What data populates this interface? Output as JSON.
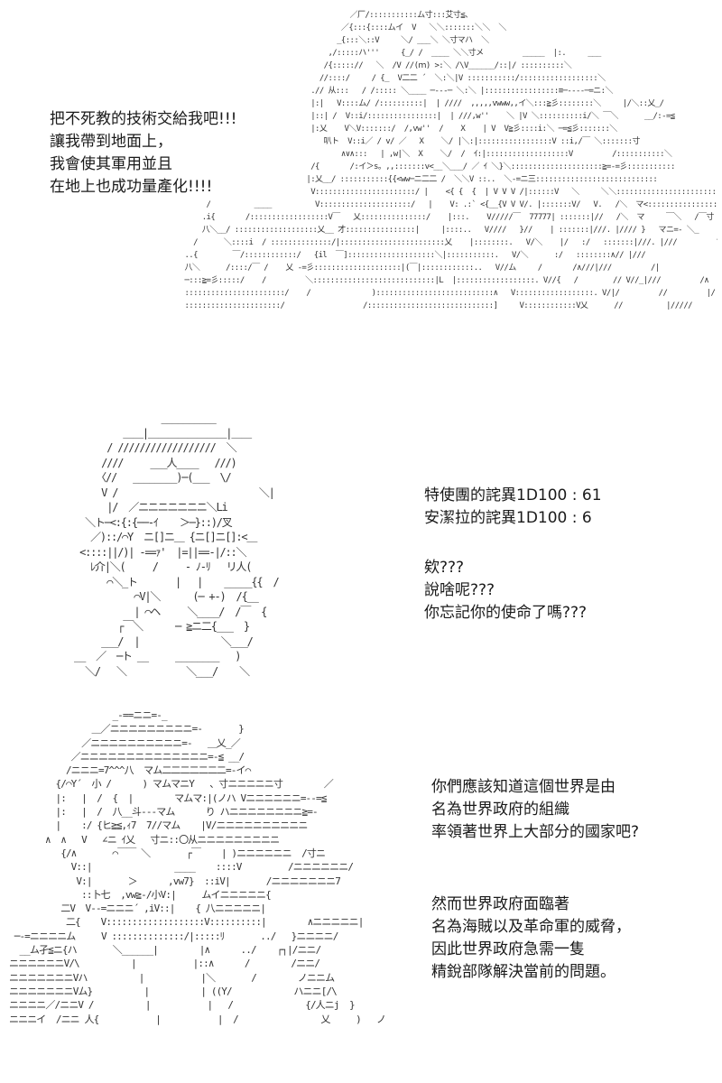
{
  "page": {
    "background_color": "#ffffff",
    "text_color": "#1a1a1a"
  },
  "text_blocks": {
    "speech1": [
      "把不死教的技術交給我吧!!!",
      "讓我帶到地面上，",
      "我會使其軍用並且",
      "在地上也成功量產化!!!!"
    ],
    "dice": [
      "特使團的詫異1D100 : 61",
      "安潔拉的詫異1D100 :  6"
    ],
    "speech2": [
      "欸???",
      "說啥呢???",
      "你忘記你的使命了嗎???"
    ],
    "speech3": [
      "你們應該知道這個世界是由",
      "名為世界政府的組織",
      "率領著世界上大部分的國家吧?"
    ],
    "speech4": [
      "然而世界政府面臨著",
      "名為海賊以及革命軍的威脅，",
      "因此世界政府急需一隻",
      "精銳部隊解決當前的問題。"
    ]
  },
  "art": {
    "figure1": [
      "                                         ／厂/:::::::::::ム寸:::艾寸≦、",
      "                                       ／{:::{::::ムイ  V   ＼＼:::::::＼＼  ＼",
      "                                      _{:::＼::V     ＼/ ___＼ ＼寸マハ  ＼",
      "                                    ,/:::::ハ'''     {_/ /  ____ ＼＼寸メ         _____  |:.     ___",
      "                                   /{::::://   ＼  /V //(ｍ) >:＼ /\\V______/::|/ ::::::::::＼",
      "                                  //::::/     / {_  V二二 ´  ＼:＼|V :::::::::::/::::::::::::::::::＼",
      "                                .// 从:::   / /::::: ＼____ ─‐‐‐─ ＼:＼ |:::::::::::::::::≡─‐‐‐‐─=ニ:＼",
      "                                |:|   V::::ム/ /::::::::::|  | ////  ,,,,,vwww,,イ＼:::≧彡::::::::＼     |/＼::乂_/",
      "                                |::| /  V::i/::::::::::::::::|  | ///,w''    ＼ |V ＼::::::::::i/＼ ￣＼      __/:-=≦",
      "                                |:乂    V＼V:::::::/  /,vw''  /    X    | V  V≧彡::::i:＼ ─=≦彡:::::::＼",
      "                                   叭ト  V::i／ / v/ ／   X    ＼/ |＼:|:::::::::::::::::V ::i,/￣ ＼:::::::寸",
      "                                       ∧∨∧:::   | ,w|＼  X    ＼/  /  ｲ:|:::::::::::::::::::V         /:::::::::::＼",
      "                                /{       /:イ＞s。,,:::::::v<__＼___/ ／ ｲ ＼}＼:::::::::::::::::::::≧=‐=彡:::::::::::",
      "                               |:乂__/ :::::::::::{{<ww─ニ二二 /  ＼＼V ::..  ＼‐=ニ三::::::::::::::::::::::::::::",
      "                                V:::::::::::::::::::::::/ |    <{ {  {  | V V V /|::::::V   ＼     ＼＼::::::::::::::::::::::::::",
      "        /          ____          V:::::::::::::::::::::/   |    V: .:` <{__{V V V/. |:::::::V/   V.   /＼  マ<:::::::::::::::::",
      "       .i{       /::::::::::::::::::V￣   乂:::::::::::::::/    |:::.    V/////￣  77777| :::::::|//   /＼  マ     ￣＼   /￣寸",
      "       八＼__/ :::::::::::::::::::乂__ 才::::::::::::::::|     |::::..   V////   }//    | :::::::|///. |//// }   マニ=‐ ＼_",
      "     /      ＼::::i  / ::::::::::::::/|::::::::::::::::::::::::乂    |::::::::.   V/＼    |/   :/   :::::::|///. |///         マ",
      "   ..{        ￣/::::::::::::/   {il  ￣]::::::::::::::::::::＼|:::::::::::.   V/＼      :/   ::::::::∧// |///",
      "   八＼      /::::/￣ /    乂 ‐=彡::::::::::::::::::::|(￣|::::::::::::..   V//ム     /       /∧///|///         /|",
      "   ─:::≧=彡:::::/    /         ＼::::::::::::::::::::::::::::|L  |::::::::::::::::::. V//{   /        // V//_|///         /∧",
      "   :::::::::::::::::::::::/    /              ):::::::::::::::::::::::::::∧   V::::::::::::::::::. V/|/         //         |/ |///         ///|",
      "   ::::::::::::::::::::::/                  /:::::::::::::::::::::::::::::]     V::::::::::::V乂      //          |/////       ///:|"
    ],
    "figure2": [
      "                  __________",
      "           ＿＿|＿＿＿＿＿＿＿＿|＿＿",
      "        / //////////////////  ＼",
      "       ////     ___人____   ///)",
      "      〈//   ________)─(___  \\/",
      "       V /                          ＼|",
      "        |/  ／ニニニニニニニ＼Li",
      "    ＼ト─<:{:{──‐ｲ    ＞─}::)/叉",
      "     ／)::/⌒Y  ニ[]ニ＿ {ニ[]ニ[]:<＿",
      "   <::::||/)| -==ｧ'  |=||==-|/::＼",
      "     ﾚ介|＼(     /     ‐ ﾉ‐ﾘ   リ人(",
      "        ⌒＼_ト       |   |    _____{{  /",
      "             ⌒V|＼      (─ +‐)  /{__",
      "             | ⌒ヘ     ＼____/  /￣  {",
      "          ┌￣＼      ─ ≧ニ二{___  }",
      "       ___/  |               ＼___/",
      "  __  ／  ─ト __     ________   )",
      "    ＼/   ＼           ＼___/    ＼"
    ],
    "figure3": [
      "                    _-==ニニ=-_",
      "                ＿／ニニニニニニニニニ=-       }",
      "              ／ニニニニニニニニニニ=-   ＿乂_／",
      "            ／ニニニニニニニニニニニニニニ=-≦ __/",
      "           /ニニニ=7^^^八  マム二二二二二二二=-イ⌒",
      "         {/⌒Y´  小 /      ) マムマニY   、寸ニニニニニ寸        ／",
      "         |:   |  /  {  |        マムマ:|(ノハ Vニニニニニニ=-‐=≦",
      "         |:   |  /  八__斗‐‐‐マム      り ハニニニニニニニニ≧=-",
      "         |    :/ {ヒ≧≦,ｨ7  7//マム    |V/ニニニニニニニニニニ",
      "       ∧  ∧   V   ∠ニ ｲ乂   寸ニ::〇从ニニニニニニニニニ",
      "          {/∧       ⌒￣￣ ＼       ┌￣    | )ニニニニニニ  /寸ニ",
      "            V::|                ____    ::::V         /ニニニニニニ/",
      "             V:|       ＞      ,vw7}  ::iV|       /ニニニニニニニ7",
      "              ::卜七  ,vw≧-/小V:|     ムイニニニニニ{",
      "          二V  V--=ニニニ´ ,iV::|    { 八ニニニニニ|",
      "           二{    V:::::::::::::::::::V::::::::::|        ∧ニニニニニ|",
      " ─‐=ニニニニム     V ::::::::::::::/|:::::ﾘ       ../   }ニニニニ/",
      "  __ム孑≦ニ{ハ       ＼______|        |∧      ../    ┌┐|/ニニ/",
      "ニニニニニニV/\\          |           |::∧      /        /ニニ/",
      "ニニニニニニニVハ          |           |＼       /        ノニニム",
      "ニニニニニニニVム}          |          | ((Y/            ハニニ[/\\",
      "ニニニニ／/ニニV /          |           |   /              {/人ニj  }",
      "ニニニイ  /ニニ 人{           |           |  /                乂     )   ノ"
    ]
  }
}
